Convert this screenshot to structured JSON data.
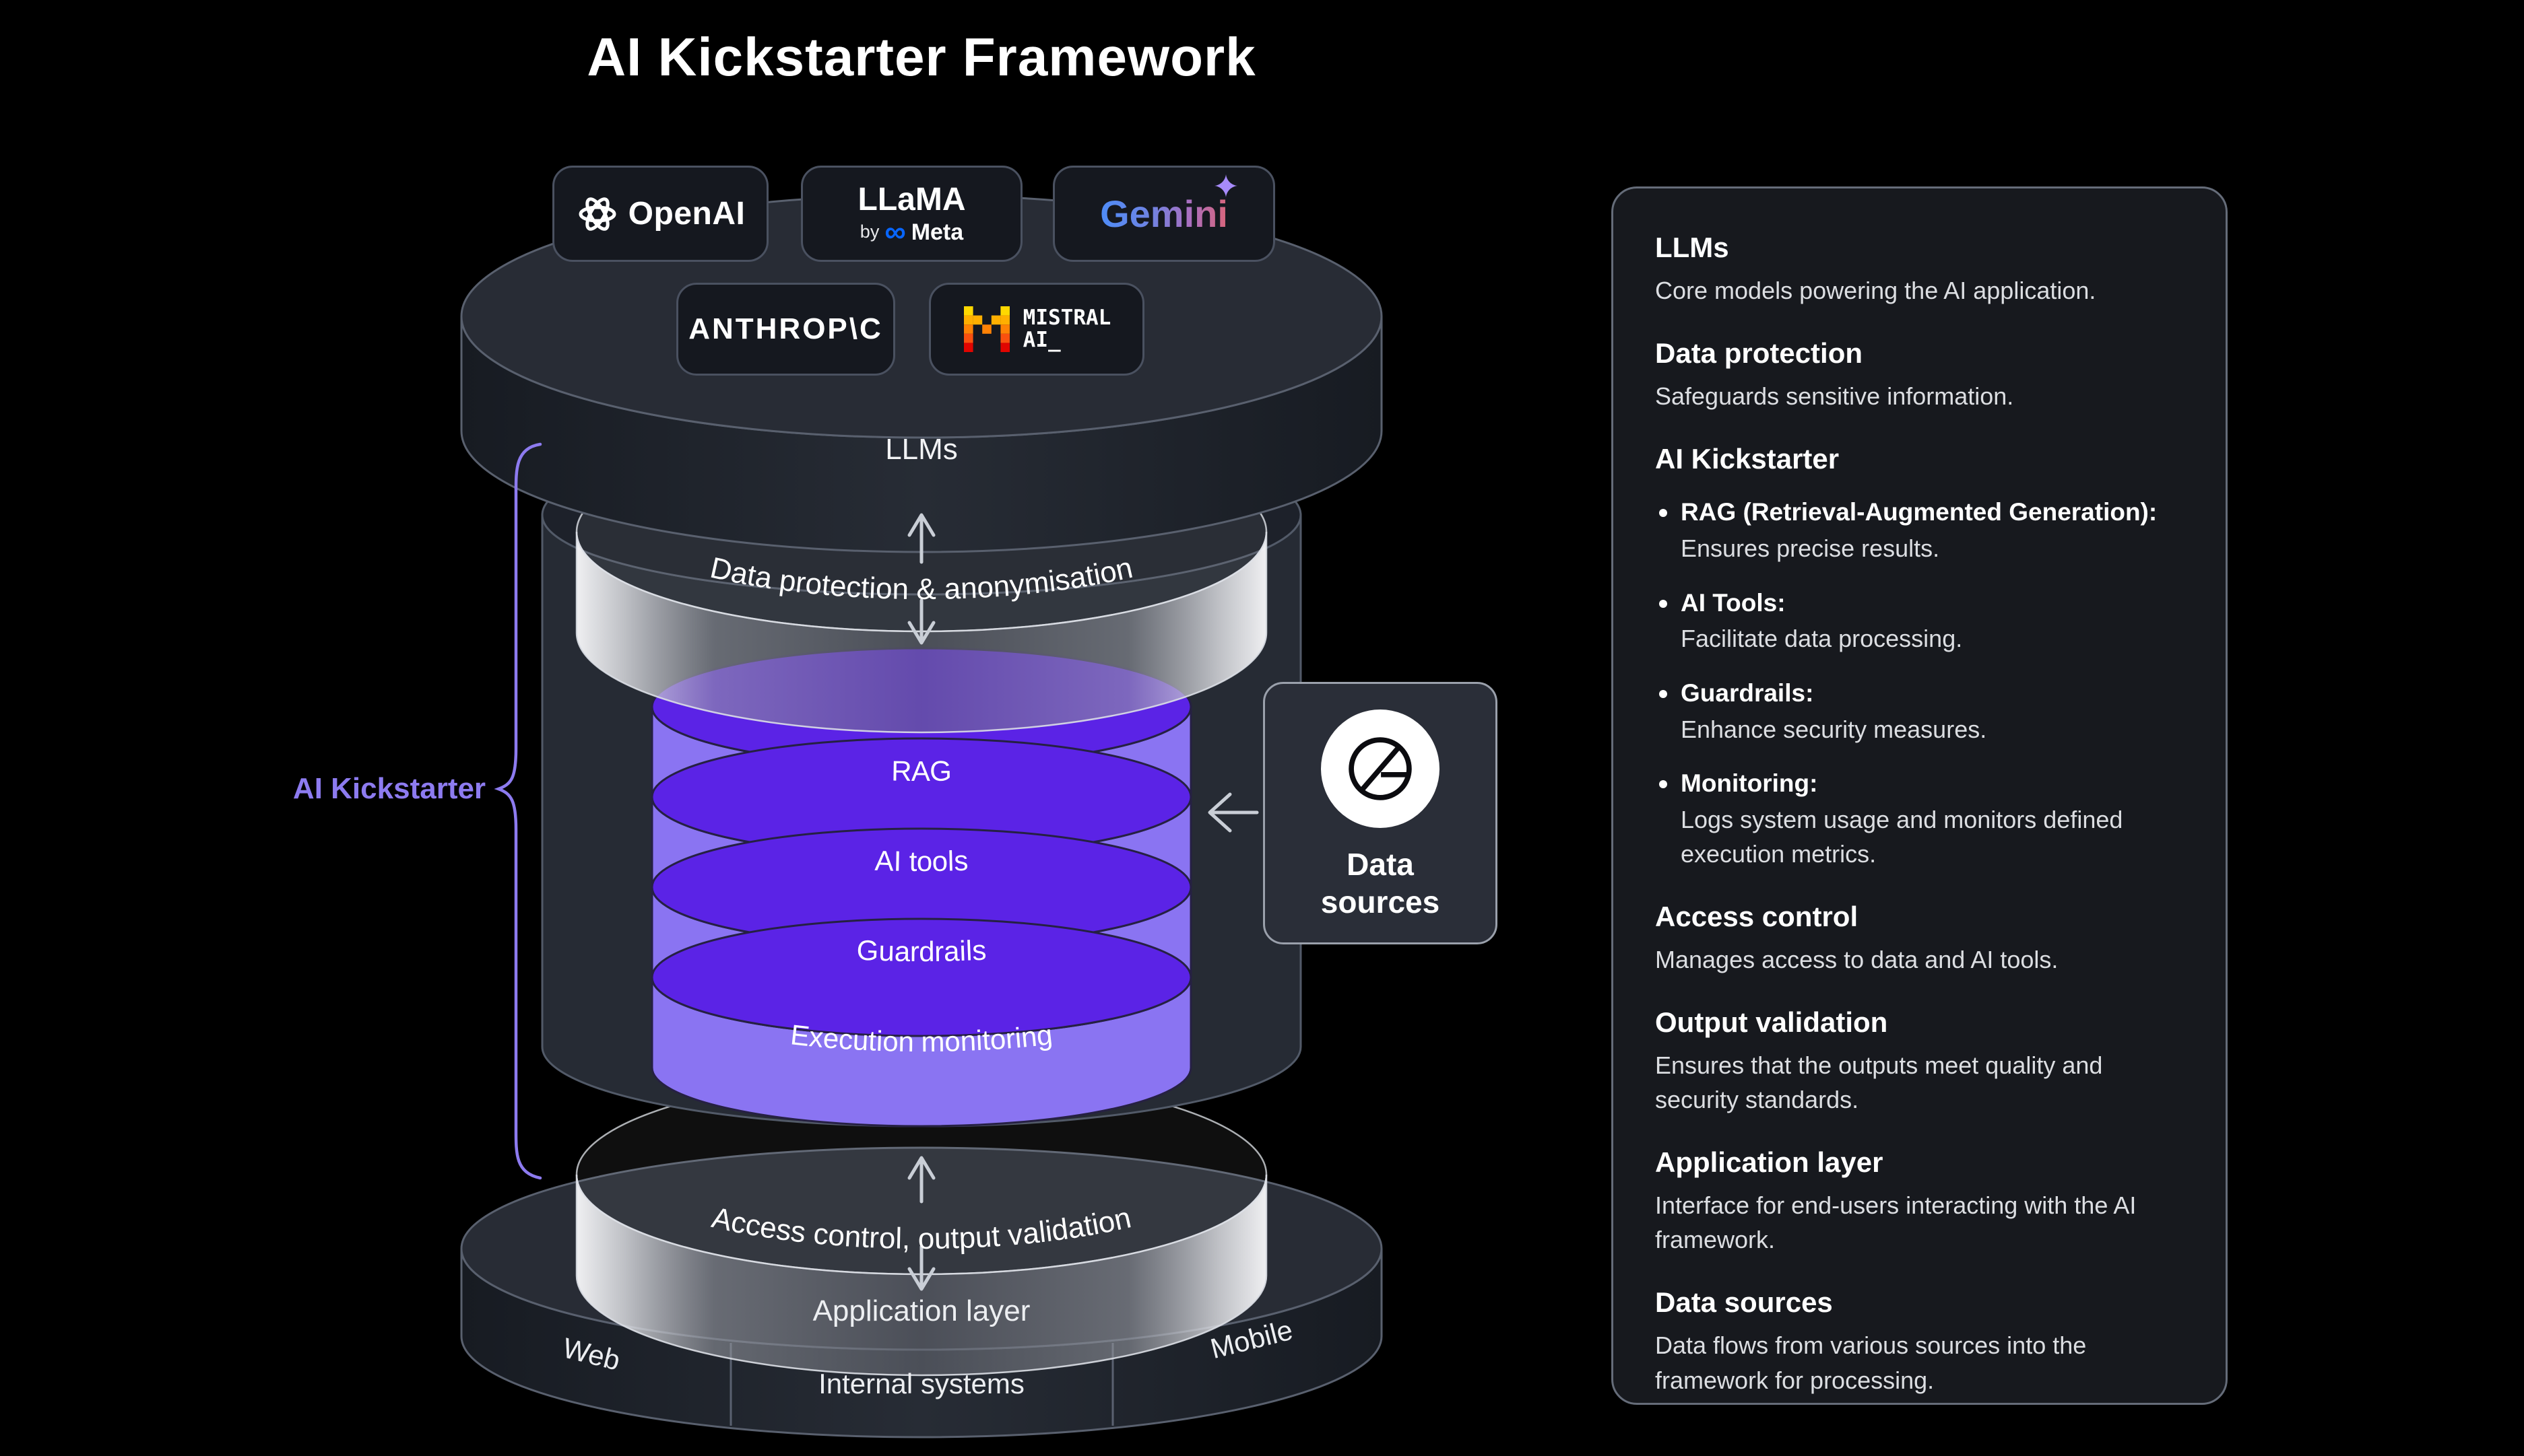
{
  "title": "AI Kickstarter Framework",
  "diagram": {
    "chips": {
      "openai": {
        "label": "OpenAI"
      },
      "llama": {
        "label": "LLaMA",
        "by": "by",
        "meta": "Meta"
      },
      "gemini": {
        "label": "Gemini"
      },
      "anthropic": {
        "label": "ANTHROP\\C"
      },
      "mistral": {
        "line1": "MISTRAL",
        "line2": "AI_"
      }
    },
    "llms_label": "LLMs",
    "upper_band_label": "Data protection & anonymisation",
    "stack_layers": [
      "RAG",
      "AI tools",
      "Guardrails",
      "Execution monitoring"
    ],
    "kickstarter_label": "AI Kickstarter",
    "data_sources_box": {
      "line1": "Data",
      "line2": "sources"
    },
    "lower_band_label": "Access control, output validation",
    "application_layer_label": "Application layer",
    "app_segments": [
      "Web",
      "Internal systems",
      "Mobile"
    ]
  },
  "icons": {
    "meta_infinity": "∞"
  },
  "colors": {
    "background": "#000000",
    "cylinder_dark": "#262b34",
    "stack_purple_top": "#5b23e6",
    "stack_purple_side": "#8a74f2",
    "accent_purple": "#8d7bf0",
    "panel_bg": "#17191e",
    "meta_blue": "#0866ff",
    "gemini_gradient": [
      "#4e8cf7",
      "#a96fc0",
      "#d9657a"
    ],
    "mistral_colors": [
      "#ffd800",
      "#ffaf00",
      "#ff8205",
      "#fa500f",
      "#e10500"
    ]
  },
  "panel": {
    "sections": [
      {
        "heading": "LLMs",
        "body": "Core models powering the AI application."
      },
      {
        "heading": "Data protection",
        "body": "Safeguards sensitive information."
      },
      {
        "heading": "AI Kickstarter",
        "bullets": [
          {
            "term": "RAG (Retrieval-Augmented Generation):",
            "desc": "Ensures precise results."
          },
          {
            "term": "AI Tools:",
            "desc": "Facilitate data processing."
          },
          {
            "term": "Guardrails:",
            "desc": "Enhance security measures."
          },
          {
            "term": "Monitoring:",
            "desc": "Logs system usage and monitors defined execution metrics."
          }
        ]
      },
      {
        "heading": "Access control",
        "body": "Manages access to data and AI tools."
      },
      {
        "heading": "Output validation",
        "body": "Ensures that the outputs meet quality and security standards."
      },
      {
        "heading": "Application layer",
        "body": "Interface for end-users interacting with the AI framework."
      },
      {
        "heading": "Data sources",
        "body": "Data flows from various sources into the framework for processing."
      }
    ]
  }
}
